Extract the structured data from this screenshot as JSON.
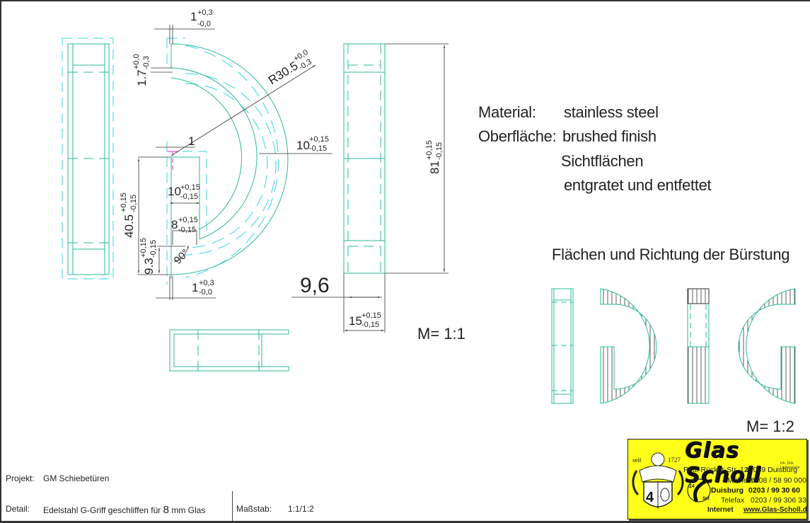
{
  "colors": {
    "part_line": "#2bb89a",
    "hidden_line": "#33d6e0",
    "dimension_line": "#222222",
    "marker": "#cc33cc",
    "logo_bg": "#ffff1a",
    "frame": "#333333"
  },
  "specs": {
    "material_label": "Material:",
    "material_value": "stainless steel",
    "surface_label": "Oberfläche:",
    "surface_value": "brushed finish",
    "surface_line2": "Sichtflächen",
    "surface_line3": "entgratet und entfettet"
  },
  "brushing": {
    "heading": "Flächen und Richtung der Bürstung",
    "scale": "M= 1:2"
  },
  "main_views": {
    "scale": "M= 1:1",
    "dimensions": {
      "top_edge_thickness": {
        "base": "1",
        "upper": "+0,3",
        "lower": "-0,0"
      },
      "flange_height": {
        "base": "1.7",
        "upper": "+0,0",
        "lower": "-0,3"
      },
      "radius": {
        "base": "R30.5",
        "upper": "+0,0",
        "lower": "-0,3"
      },
      "inner_step": {
        "base": "1"
      },
      "arc_width": {
        "base": "10",
        "upper": "+0,15",
        "lower": "-0,15"
      },
      "inner_height": {
        "base": "40.5",
        "upper": "+0,15",
        "lower": "-0,15"
      },
      "slot_width": {
        "base": "10",
        "upper": "+0,15",
        "lower": "-0,15"
      },
      "glass_slot": {
        "base": "8",
        "upper": "+0,15",
        "lower": "-0,15"
      },
      "foot_height": {
        "base": "9.3",
        "upper": "+0,15",
        "lower": "-0,15"
      },
      "angle": {
        "base": "90°"
      },
      "bottom_edge_thickness": {
        "base": "1",
        "upper": "+0,3",
        "lower": "-0,0"
      },
      "groove_depth": {
        "base": "9,6"
      },
      "side_width": {
        "base": "15",
        "upper": "+0,15",
        "lower": "-0,15"
      },
      "total_height": {
        "base": "81",
        "upper": "+0,15",
        "lower": "-0,15"
      }
    }
  },
  "title_block": {
    "project_label": "Projekt:",
    "project_value": "GM Schiebetüren",
    "detail_label": "Detail:",
    "detail_value_prefix": "Edelstahl G-Griff geschliffen für",
    "detail_value_num": "8",
    "detail_value_suffix": "mm Glas",
    "scale_label": "Maßstab:",
    "scale_value": "1:1/1:2"
  },
  "logo": {
    "brand": "Glas Scholl",
    "owner": "Inh. Dirk Laskermann",
    "since_left": "seit",
    "since_right": "1727",
    "street": "Paul-Rücker-Str. 12",
    "city": "47059 Duisburg",
    "badge_24": "24",
    "badge_std": "Std",
    "phones": [
      {
        "label": "Mülheim",
        "number": "0208 / 58 90 000",
        "bold": false
      },
      {
        "label": "Duisburg",
        "number": "0203 / 99 30 60",
        "bold": true
      },
      {
        "label": "Telefax",
        "number": "0203 / 99 306 33",
        "bold": false
      }
    ],
    "internet_label": "Internet",
    "url": "www.Glas-Scholl.de"
  }
}
